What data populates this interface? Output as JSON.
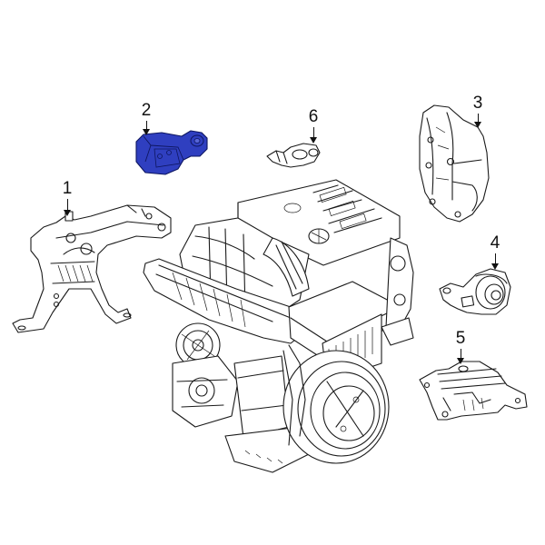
{
  "diagram": {
    "type": "exploded-parts-view",
    "subject": "engine assembly with engine mounts",
    "highlight_color": "#2f3fc0",
    "line_color": "#1a1a1a",
    "background": "#ffffff",
    "highlighted_part": "2"
  },
  "callouts": [
    {
      "number": "1",
      "part": "left-mount-bracket",
      "highlighted": false
    },
    {
      "number": "2",
      "part": "upper-engine-mount",
      "highlighted": true
    },
    {
      "number": "3",
      "part": "mount-bracket-housing",
      "highlighted": false
    },
    {
      "number": "4",
      "part": "engine-mount-bushing",
      "highlighted": false
    },
    {
      "number": "5",
      "part": "transmission-mount",
      "highlighted": false
    },
    {
      "number": "6",
      "part": "small-bracket",
      "highlighted": false
    }
  ]
}
